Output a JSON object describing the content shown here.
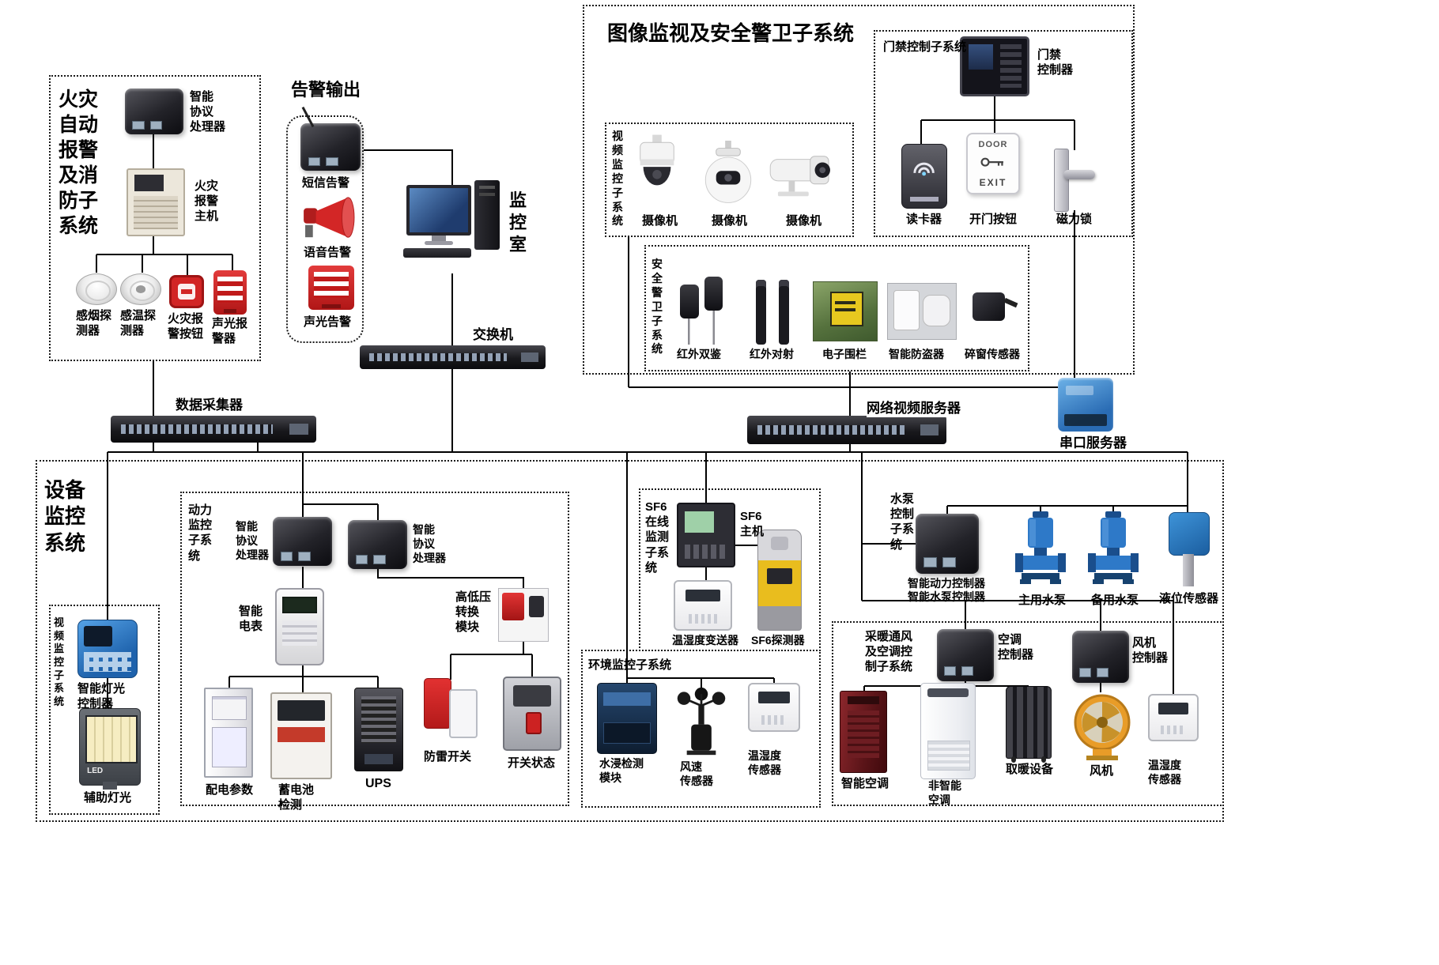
{
  "fire": {
    "title": "火灾\n自动\n报警\n及消\n防子\n系统",
    "processor_label": "智能\n协议\n处理器",
    "host_label": "火灾\n报警\n主机",
    "detectors": [
      "感烟探\n测器",
      "感温探\n测器",
      "火灾报\n警按钮",
      "声光报\n警器"
    ]
  },
  "alarm_out": {
    "title": "告警输出",
    "sms": "短信告警",
    "voice": "语音告警",
    "sound_light": "声光告警"
  },
  "room_label": "监\n控\n室",
  "net": {
    "switch": "交换机",
    "collector": "数据采集器",
    "video_server": "网络视频服务器",
    "serial_server": "串口服务器"
  },
  "surveillance": {
    "title": "图像监视及安全警卫子系统",
    "access": {
      "title": "门禁控制子系统",
      "controller": "门禁\n控制器",
      "reader": "读卡器",
      "button": "开门按钮",
      "lock": "磁力锁",
      "door": "DOOR",
      "exit": "EXIT"
    },
    "video": {
      "title": "视\n频\n监\n控\n子\n系\n统",
      "cameras": [
        "摄像机",
        "摄像机",
        "摄像机"
      ]
    },
    "guard": {
      "title": "安\n全\n警\n卫\n子\n系\n统",
      "items": [
        "红外双鉴",
        "红外对射",
        "电子围栏",
        "智能防盗器",
        "碎窗传感器"
      ]
    }
  },
  "equipment": {
    "title": "设备\n监控\n系统",
    "video": {
      "title": "视\n频\n监\n控\n子\n系\n统",
      "light_controller": "智能灯光\n控制器",
      "aux_light": "辅助灯光",
      "led": "LED"
    },
    "power": {
      "title": "动力\n监控\n子系\n统",
      "processor1": "智能\n协议\n处理器",
      "processor2": "智能\n协议\n处理器",
      "meter": "智能\n电表",
      "hv_module": "高低压\n转换\n模块",
      "distribution": "配电参数",
      "battery": "蓄电池\n检测",
      "ups": "UPS",
      "lightning": "防雷开关",
      "breaker": "开关状态"
    },
    "sf6": {
      "title": "SF6\n在线\n监测\n子系\n统",
      "host": "SF6\n主机",
      "transmitter": "温湿度变送器",
      "detector": "SF6探测器"
    },
    "env": {
      "title": "环境监控子系统",
      "water": "水浸检测\n模块",
      "wind": "风速\n传感器",
      "temp_humidity": "温湿度\n传感器"
    },
    "pump": {
      "title": "水泵\n控制\n子系\n统",
      "controller1": "智能动力控制器",
      "controller2": "智能水泵控制器",
      "main_pump": "主用水泵",
      "backup_pump": "备用水泵",
      "level_sensor": "液位传感器"
    },
    "hvac": {
      "title": "采暖通风\n及空调控\n制子系统",
      "ac_controller": "空调\n控制器",
      "fan_controller": "风机\n控制器",
      "smart_ac": "智能空调",
      "basic_ac": "非智能\n空调",
      "heater": "取暖设备",
      "fan": "风机",
      "temp_humidity": "温湿度\n传感器"
    }
  }
}
